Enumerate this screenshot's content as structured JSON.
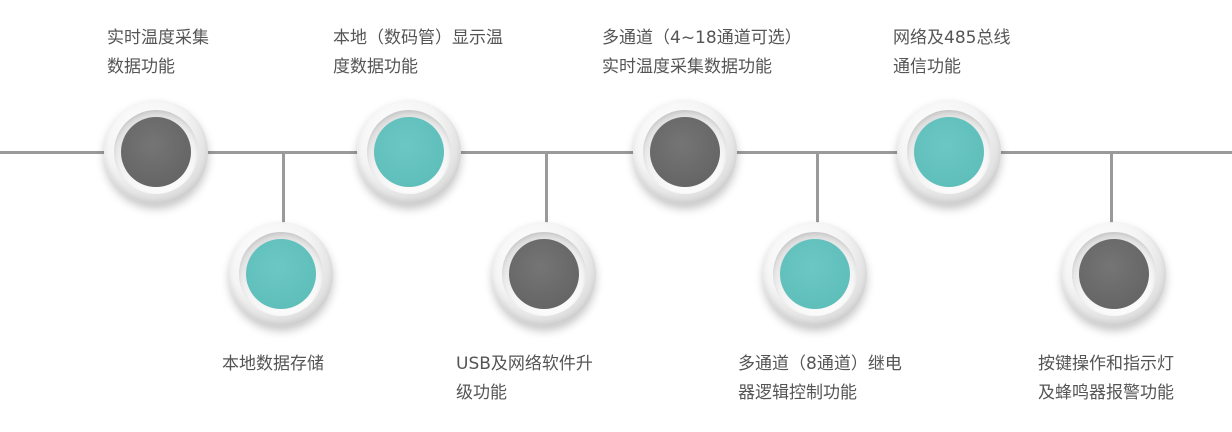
{
  "colors": {
    "line": "#9a9a9a",
    "gray_core": "#666666",
    "teal_core": "#5fbfbb",
    "text": "#555555"
  },
  "features": [
    {
      "lines": [
        "实时温度采集",
        "数据功能"
      ],
      "color": "gray",
      "position": "top"
    },
    {
      "lines": [
        "本地数据存储"
      ],
      "color": "teal",
      "position": "bottom"
    },
    {
      "lines": [
        "本地（数码管）显示温",
        "度数据功能"
      ],
      "color": "teal",
      "position": "top"
    },
    {
      "lines": [
        "USB及网络软件升",
        "级功能"
      ],
      "color": "gray",
      "position": "bottom"
    },
    {
      "lines": [
        "多通道（4~18通道可选）",
        "实时温度采集数据功能"
      ],
      "color": "gray",
      "position": "top"
    },
    {
      "lines": [
        "多通道（8通道）继电",
        "器逻辑控制功能"
      ],
      "color": "teal",
      "position": "bottom"
    },
    {
      "lines": [
        "网络及485总线",
        "通信功能"
      ],
      "color": "teal",
      "position": "top"
    },
    {
      "lines": [
        "按键操作和指示灯",
        "及蜂鸣器报警功能"
      ],
      "color": "gray",
      "position": "bottom"
    }
  ]
}
